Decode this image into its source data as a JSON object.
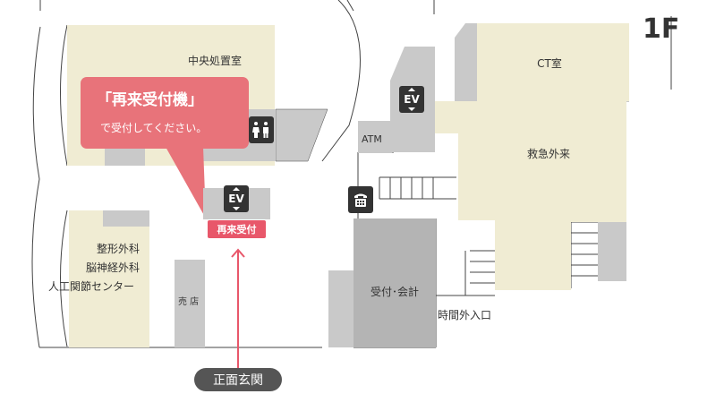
{
  "floor": "1F",
  "rooms": {
    "central_treatment": "中央処置室",
    "ct_room": "CT室",
    "emergency": "救急外来",
    "ortho_lines": [
      "整形外科",
      "脳神経外科",
      "人工関節センター"
    ],
    "shop": "売 店",
    "reception_accounting": "受付･会計",
    "atm": "ATM",
    "after_hours_entrance": "時間外入口"
  },
  "elevator_label": "EV",
  "re_visit_marker": "再来受付",
  "callout": {
    "title": "「再来受付機」",
    "subtitle": "で受付してください。"
  },
  "main_entrance": "正面玄関",
  "icon_names": {
    "elevator": "elevator-icon",
    "restroom": "restroom-icon",
    "phone": "public-phone-icon",
    "arrow": "arrow-up-icon"
  },
  "colors": {
    "room_fill": "#f0ecd3",
    "corridor_gray": "#c9c9c9",
    "callout": "#e8737a",
    "marker_red": "#e8576a",
    "icon_dark": "#333333",
    "entrance_pill": "#555555"
  }
}
